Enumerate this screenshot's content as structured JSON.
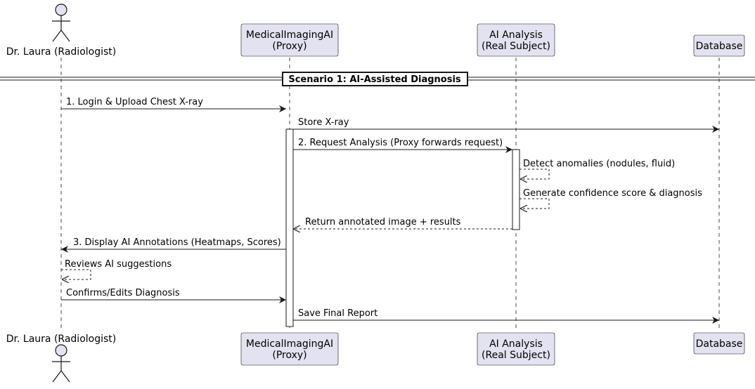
{
  "diagram": {
    "type": "sequence",
    "colors": {
      "participant_fill": "#E2E2F0",
      "participant_border": "#181818",
      "lifeline": "#181818",
      "arrow": "#181818",
      "activation_fill": "#ffffff"
    },
    "participants": [
      {
        "id": "laura",
        "kind": "actor",
        "label": "Dr. Laura (Radiologist)"
      },
      {
        "id": "proxy",
        "kind": "participant",
        "label": "MedicalImagingAI\n(Proxy)"
      },
      {
        "id": "ai",
        "kind": "participant",
        "label": "AI Analysis\n(Real Subject)"
      },
      {
        "id": "db",
        "kind": "participant",
        "label": "Database"
      }
    ],
    "separator": "Scenario 1: AI-Assisted Diagnosis",
    "messages": [
      {
        "from": "laura",
        "to": "proxy",
        "style": "solid",
        "label": "1. Login & Upload Chest X-ray"
      },
      {
        "from": "proxy",
        "to": "db",
        "style": "solid",
        "label": "Store X-ray"
      },
      {
        "from": "proxy",
        "to": "ai",
        "style": "solid",
        "label": "2. Request Analysis (Proxy forwards request)"
      },
      {
        "from": "ai",
        "to": "ai",
        "style": "dashed",
        "label": "Detect anomalies (nodules, fluid)"
      },
      {
        "from": "ai",
        "to": "ai",
        "style": "dashed",
        "label": "Generate confidence score & diagnosis"
      },
      {
        "from": "ai",
        "to": "proxy",
        "style": "dashed",
        "label": "Return annotated image + results"
      },
      {
        "from": "proxy",
        "to": "laura",
        "style": "solid",
        "label": "3. Display AI Annotations (Heatmaps, Scores)"
      },
      {
        "from": "laura",
        "to": "laura",
        "style": "dashed",
        "label": "Reviews AI suggestions"
      },
      {
        "from": "laura",
        "to": "proxy",
        "style": "solid",
        "label": "Confirms/Edits Diagnosis"
      },
      {
        "from": "proxy",
        "to": "db",
        "style": "solid",
        "label": "Save Final Report"
      }
    ]
  }
}
